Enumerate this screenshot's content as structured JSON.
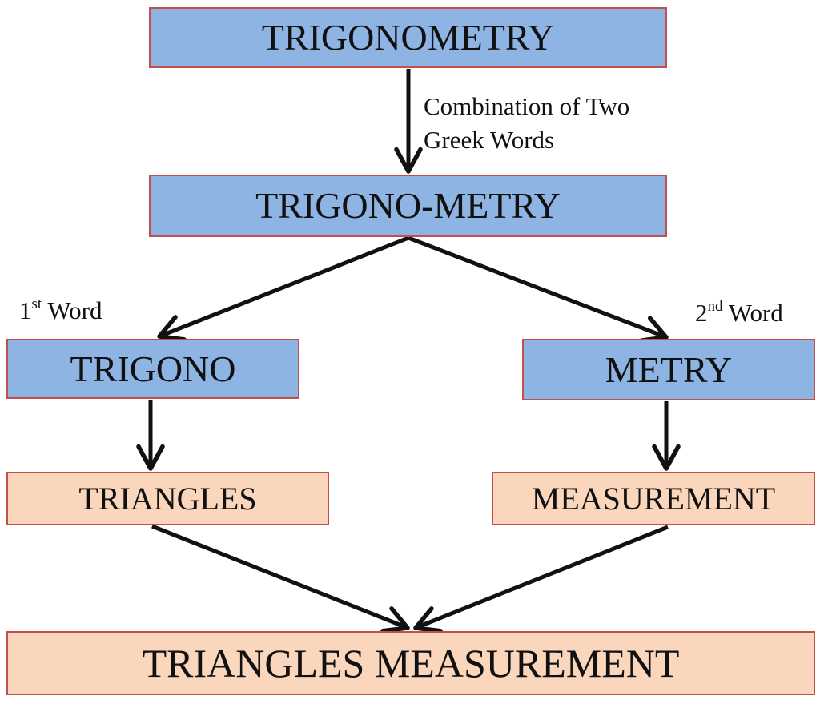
{
  "nodes": {
    "trigonometry": "TRIGONOMETRY",
    "trigono_metry": "TRIGONO-METRY",
    "trigono": "TRIGONO",
    "metry": "METRY",
    "triangles": "TRIANGLES",
    "measurement": "MEASUREMENT",
    "triangles_measurement": "TRIANGLES MEASUREMENT"
  },
  "annotations": {
    "combination_line1": "Combination of Two",
    "combination_line2": "Greek Words",
    "first_word_number": "1",
    "first_word_suffix": "st",
    "first_word_text": " Word",
    "second_word_number": "2",
    "second_word_suffix": "nd",
    "second_word_text": " Word"
  },
  "colors": {
    "primary_box_fill": "#8eb4e3",
    "secondary_box_fill": "#fad7bc",
    "box_border": "#c0504d",
    "arrow": "#111111"
  }
}
